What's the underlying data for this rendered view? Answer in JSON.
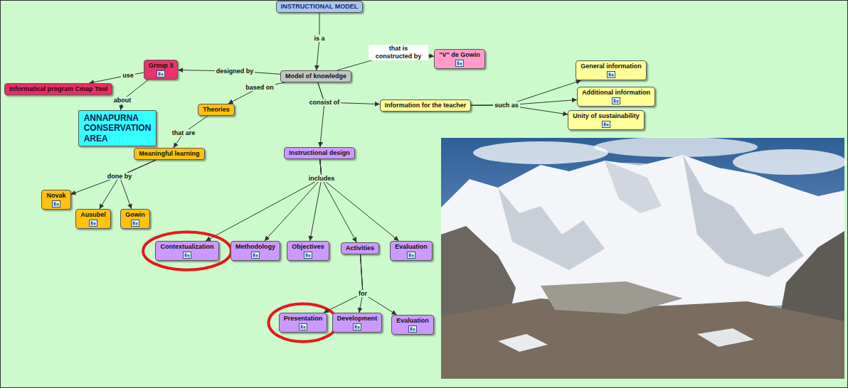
{
  "diagram": {
    "nodes": [
      {
        "text": [
          "INSTRUCTIONAL MODEL"
        ]
      },
      {
        "text": [
          "Model of knowledge"
        ]
      },
      {
        "text": [
          "Group 3"
        ]
      },
      {
        "text": [
          "Informatical program Cmap Tool"
        ]
      },
      {
        "text": [
          "ANNAPURNA CONSERVATION AREA"
        ]
      },
      {
        "text": [
          "\"V\" de Gowin"
        ]
      },
      {
        "text": [
          "Theories"
        ]
      },
      {
        "text": [
          "Meaningful learning"
        ]
      },
      {
        "text": [
          "Novak"
        ]
      },
      {
        "text": [
          "Ausubel"
        ]
      },
      {
        "text": [
          "Gowin"
        ]
      },
      {
        "text": [
          "Information for the teacher"
        ]
      },
      {
        "text": [
          "General information"
        ]
      },
      {
        "text": [
          "Additional information"
        ]
      },
      {
        "text": [
          "Unity of sustainability"
        ]
      },
      {
        "text": [
          "Instructional design"
        ]
      },
      {
        "text": [
          "Contextualization"
        ]
      },
      {
        "text": [
          "Methodology"
        ]
      },
      {
        "text": [
          "Objectives"
        ]
      },
      {
        "text": [
          "Activities"
        ]
      },
      {
        "text": [
          "Evaluation"
        ]
      },
      {
        "text": [
          "Presentation"
        ]
      },
      {
        "text": [
          "Development"
        ]
      },
      {
        "text": [
          "Evaluation"
        ]
      }
    ],
    "edges": [
      {
        "from": 0,
        "to": 1,
        "label": "is a",
        "arrow": "to"
      },
      {
        "from": 1,
        "to": 2,
        "label": "designed by",
        "arrow": "to"
      },
      {
        "from": 2,
        "to": 3,
        "label": "use",
        "arrow": "to"
      },
      {
        "from": 2,
        "to": 4,
        "label": "about",
        "arrow": "to"
      },
      {
        "from": 1,
        "to": 5,
        "label": "that is constructed by",
        "arrow": "to"
      },
      {
        "from": 1,
        "to": 6,
        "label": "based on",
        "arrow": "to"
      },
      {
        "from": 1,
        "to": 11,
        "label": "consist of",
        "arrow": "to"
      },
      {
        "from": 1,
        "to": 15,
        "arrow": "to"
      },
      {
        "from": 6,
        "to": 7,
        "label": "that are",
        "arrow": "to"
      },
      {
        "from": 7,
        "to": 8,
        "label": "done by",
        "arrow": "to"
      },
      {
        "from": 7,
        "to": 9,
        "arrow": "to"
      },
      {
        "from": 7,
        "to": 10,
        "arrow": "to"
      },
      {
        "from": 11,
        "to": 12,
        "label": "such as",
        "arrow": "to"
      },
      {
        "from": 11,
        "to": 13,
        "arrow": "to"
      },
      {
        "from": 11,
        "to": 14,
        "arrow": "to"
      },
      {
        "from": 15,
        "to": 16,
        "label": "includes",
        "arrow": "to"
      },
      {
        "from": 15,
        "to": 17,
        "arrow": "to"
      },
      {
        "from": 15,
        "to": 18,
        "arrow": "to"
      },
      {
        "from": 15,
        "to": 19,
        "arrow": "to"
      },
      {
        "from": 15,
        "to": 20,
        "arrow": "to"
      },
      {
        "from": 19,
        "to": 21,
        "label": "for",
        "arrow": "to"
      },
      {
        "from": 19,
        "to": 22,
        "arrow": "to"
      },
      {
        "from": 19,
        "to": 23,
        "arrow": "to"
      }
    ]
  }
}
